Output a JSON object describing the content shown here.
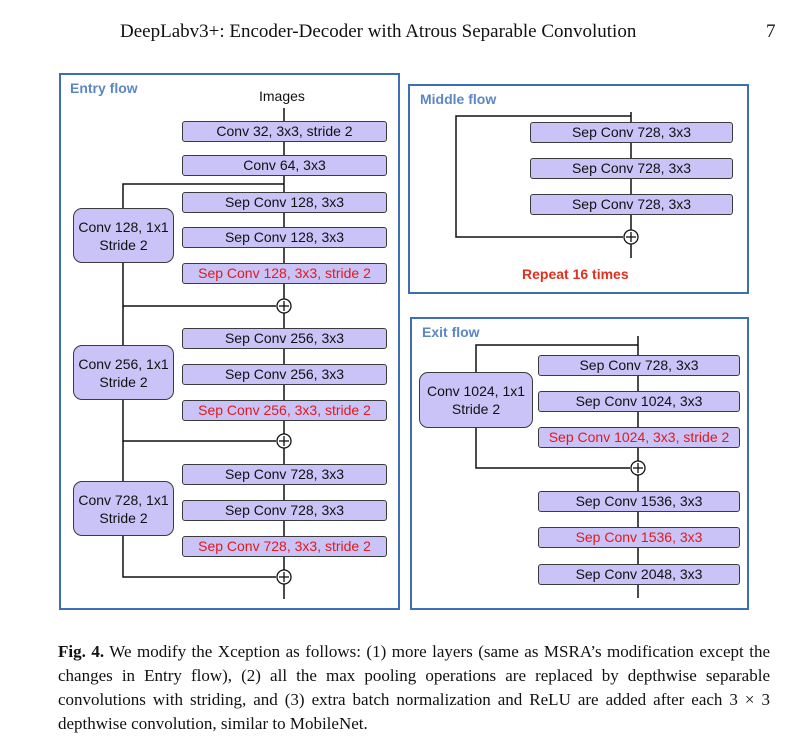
{
  "header": {
    "title": "DeepLabv3+: Encoder-Decoder with Atrous Separable Convolution",
    "page": "7"
  },
  "entry": {
    "title": "Entry flow",
    "input": "Images",
    "boxes": [
      "Conv 32, 3x3, stride 2",
      "Conv 64, 3x3",
      "Sep Conv 128, 3x3",
      "Sep Conv 128, 3x3",
      "Sep Conv 128, 3x3, stride 2",
      "Sep Conv 256, 3x3",
      "Sep Conv 256, 3x3",
      "Sep Conv 256, 3x3, stride 2",
      "Sep Conv 728, 3x3",
      "Sep Conv 728, 3x3",
      "Sep Conv 728, 3x3, stride 2"
    ],
    "shortcuts": [
      {
        "line1": "Conv 128, 1x1",
        "line2": "Stride 2"
      },
      {
        "line1": "Conv 256, 1x1",
        "line2": "Stride 2"
      },
      {
        "line1": "Conv 728, 1x1",
        "line2": "Stride 2"
      }
    ]
  },
  "middle": {
    "title": "Middle flow",
    "boxes": [
      "Sep Conv 728, 3x3",
      "Sep Conv 728, 3x3",
      "Sep Conv 728, 3x3"
    ],
    "repeat": "Repeat 16 times"
  },
  "exit": {
    "title": "Exit flow",
    "boxes": [
      "Sep Conv 728, 3x3",
      "Sep Conv 1024, 3x3",
      "Sep Conv 1024, 3x3, stride 2",
      "Sep Conv 1536, 3x3",
      "Sep Conv 1536, 3x3",
      "Sep Conv 2048, 3x3"
    ],
    "shortcut": {
      "line1": "Conv 1024, 1x1",
      "line2": "Stride 2"
    }
  },
  "caption": {
    "label": "Fig. 4.",
    "text": "We modify the Xception as follows: (1) more layers (same as MSRA’s modification except the changes in Entry flow), (2) all the max pooling operations are replaced by depthwise separable convolutions with striding, and (3) extra batch normalization and ReLU are added after each 3 × 3 depthwise convolution, similar to MobileNet."
  },
  "colors": {
    "box_fill": "#c9c3f7",
    "panel_border": "#3d6fb6",
    "panel_title": "#5b87c4",
    "stride_text": "#e21a1a",
    "repeat_text": "#e0301e"
  }
}
